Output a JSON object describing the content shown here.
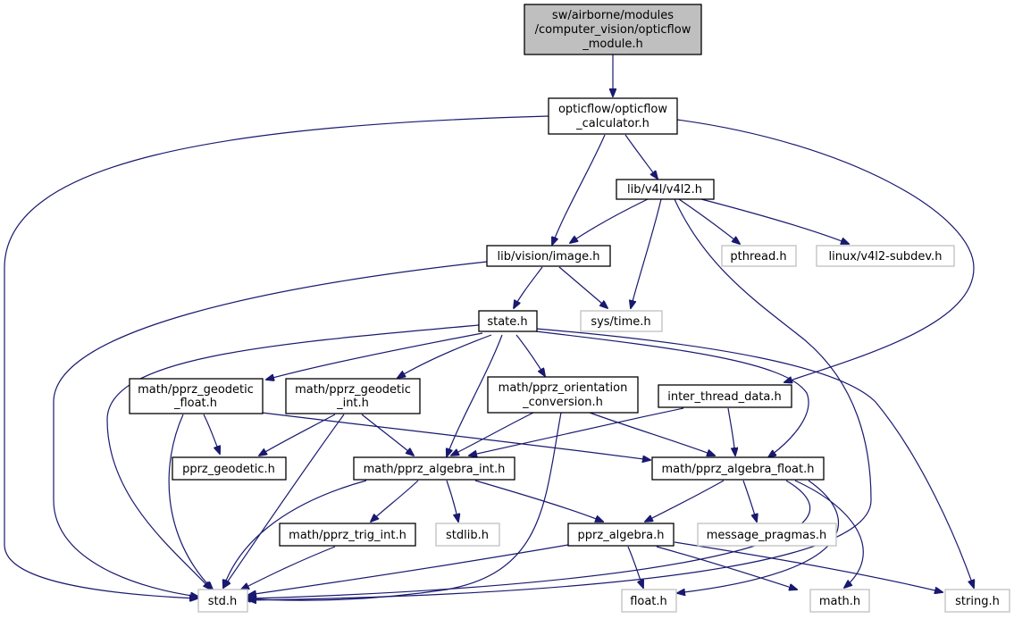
{
  "colors": {
    "edge": "#191970",
    "root_fill": "#bfbfbf",
    "node_border": "#000000",
    "external_border": "#bfbfbf"
  },
  "nodes": {
    "opticflow_module": {
      "lines": [
        "sw/airborne/modules",
        "/computer_vision/opticflow",
        "_module.h"
      ],
      "root": true
    },
    "opticflow_calculator": {
      "lines": [
        "opticflow/opticflow",
        "_calculator.h"
      ]
    },
    "v4l2": {
      "lines": [
        "lib/v4l/v4l2.h"
      ]
    },
    "image": {
      "lines": [
        "lib/vision/image.h"
      ]
    },
    "pthread": {
      "lines": [
        "pthread.h"
      ],
      "external": true
    },
    "v4l2_subdev": {
      "lines": [
        "linux/v4l2-subdev.h"
      ],
      "external": true
    },
    "state": {
      "lines": [
        "state.h"
      ]
    },
    "sys_time": {
      "lines": [
        "sys/time.h"
      ],
      "external": true
    },
    "pprz_geodetic_float": {
      "lines": [
        "math/pprz_geodetic",
        "_float.h"
      ]
    },
    "pprz_geodetic_int": {
      "lines": [
        "math/pprz_geodetic",
        "_int.h"
      ]
    },
    "pprz_orientation_conversion": {
      "lines": [
        "math/pprz_orientation",
        "_conversion.h"
      ]
    },
    "inter_thread_data": {
      "lines": [
        "inter_thread_data.h"
      ]
    },
    "pprz_geodetic": {
      "lines": [
        "pprz_geodetic.h"
      ]
    },
    "pprz_algebra_int": {
      "lines": [
        "math/pprz_algebra_int.h"
      ]
    },
    "pprz_algebra_float": {
      "lines": [
        "math/pprz_algebra_float.h"
      ]
    },
    "pprz_trig_int": {
      "lines": [
        "math/pprz_trig_int.h"
      ]
    },
    "stdlib": {
      "lines": [
        "stdlib.h"
      ],
      "external": true
    },
    "pprz_algebra": {
      "lines": [
        "pprz_algebra.h"
      ]
    },
    "message_pragmas": {
      "lines": [
        "message_pragmas.h"
      ],
      "external": true
    },
    "std": {
      "lines": [
        "std.h"
      ],
      "external": true
    },
    "float": {
      "lines": [
        "float.h"
      ],
      "external": true
    },
    "math": {
      "lines": [
        "math.h"
      ],
      "external": true
    },
    "string": {
      "lines": [
        "string.h"
      ],
      "external": true
    }
  }
}
